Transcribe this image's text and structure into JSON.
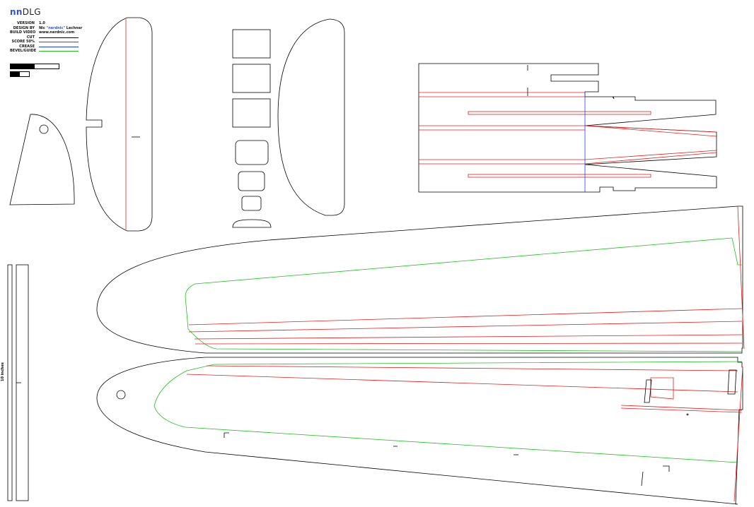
{
  "title": {
    "prefix": "nn",
    "name": "DLG"
  },
  "legend": {
    "rows": [
      {
        "key": "VERSION",
        "value": "1.0"
      },
      {
        "key": "DESIGN BY",
        "value_pre": "Nic ",
        "value_hl": "\"nerdnic\"",
        "value_post": " Lechner"
      },
      {
        "key": "BUILD VIDEO",
        "value": "www.nerdnic.com"
      },
      {
        "key": "CUT",
        "line_color": "#000000"
      },
      {
        "key": "SCORE 50%",
        "line_color": "#e02020"
      },
      {
        "key": "CREASE",
        "line_color": "#2040e0"
      },
      {
        "key": "BEVEL/GUIDE",
        "line_color": "#20c020"
      }
    ]
  },
  "ruler_label": "10 inches",
  "colors": {
    "cut": "#000000",
    "score": "#e02020",
    "crease": "#2040e0",
    "guide": "#20c020"
  }
}
